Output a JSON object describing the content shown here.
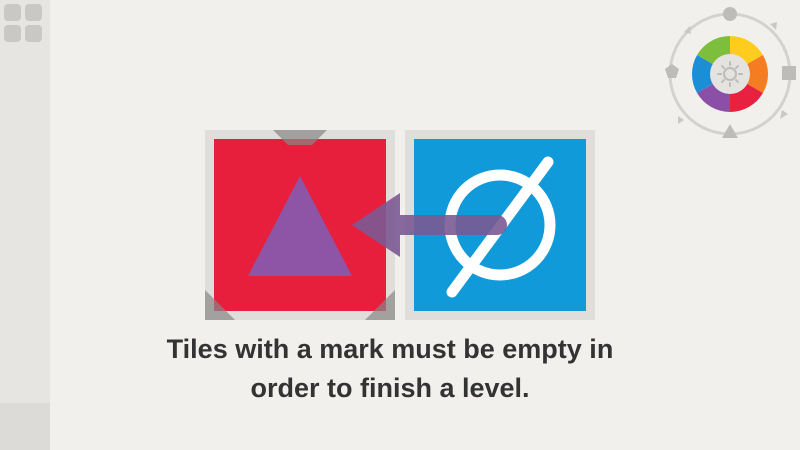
{
  "menu": {
    "icon": "grid-menu-icon"
  },
  "palette": {
    "icon": "color-wheel-icon",
    "colors": [
      "#fecc1c",
      "#f47c22",
      "#e82140",
      "#8c4fa8",
      "#1b8ed6",
      "#7dbf3c"
    ],
    "hub_icon": "sun-icon",
    "shape_icons": [
      "circle-icon",
      "square-icon",
      "triangle-icon",
      "pentagon-icon"
    ]
  },
  "tiles": {
    "left": {
      "color": "#e81f3c",
      "mark": "triangle",
      "mark_color": "#8e55a6",
      "icon": "triangle-icon"
    },
    "right": {
      "color": "#109ad9",
      "mark": "empty-set",
      "icon": "empty-set-icon"
    },
    "arrow": {
      "color": "#7b5a94",
      "direction": "left",
      "icon": "arrow-left-icon"
    }
  },
  "tutorial": {
    "line1": "Tiles with a mark must be empty in",
    "line2": "order to finish a level."
  },
  "colors": {
    "background": "#f1f0ec",
    "panel": "#e6e5e1",
    "text": "#333333"
  }
}
